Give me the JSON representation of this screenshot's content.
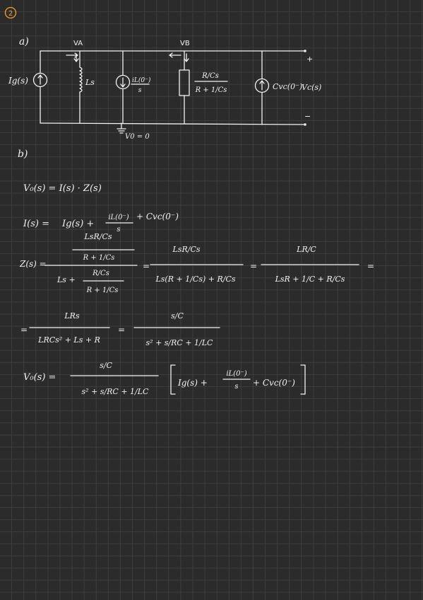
{
  "problem_number": "2",
  "accent_color": "#f0a030",
  "ink_color": "#f2f2f2",
  "part_a": {
    "label": "a)",
    "node_a": "VA",
    "node_b": "VB",
    "source_current": "Ig(s)",
    "inductor": "Ls",
    "ic_source_num": "iL(0⁻)",
    "ic_source_den": "s",
    "parallel_num": "R/Cs",
    "parallel_den": "R + 1/Cs",
    "cap_source": "Cvc(0⁻)",
    "output_voltage": "Vc(s)",
    "plus_sign": "+",
    "minus_sign": "−",
    "ground_label": "V0 = 0"
  },
  "part_b": {
    "label": "b)",
    "eq1": "V₀(s) = I(s) · Z(s)",
    "eq2_lhs": "I(s) =",
    "eq2_term1": "Ig(s) +",
    "eq2_frac_num": "iL(0⁻)",
    "eq2_frac_den": "s",
    "eq2_term3": "+ Cvc(0⁻)",
    "z_lhs": "Z(s) =",
    "z_inner_num": "LsR/Cs",
    "z_inner_den": "R + 1/Cs",
    "z_den_ls": "Ls +",
    "z_den_frac_num": "R/Cs",
    "z_den_frac_den": "R + 1/Cs",
    "z_eq2_num": "LsR/Cs",
    "z_eq2_den": "Ls(R + 1/Cs) + R/Cs",
    "z_eq3_num": "LR/C",
    "z_eq3_den": "LsR + 1/C + R/Cs",
    "eq_sign": "=",
    "z_eq4_num": "LRs",
    "z_eq4_den": "LRCs² + Ls + R",
    "z_eq5_num": "s/C",
    "z_eq5_den": "s² + s/RC + 1/LC",
    "vo_lhs": "V₀(s) =",
    "vo_num": "s/C",
    "vo_den": "s² + s/RC + 1/LC",
    "vo_bracket_term1": "Ig(s) +",
    "vo_bracket_frac_num": "iL(0⁻)",
    "vo_bracket_frac_den": "s",
    "vo_bracket_term3": "+ Cvc(0⁻)"
  }
}
